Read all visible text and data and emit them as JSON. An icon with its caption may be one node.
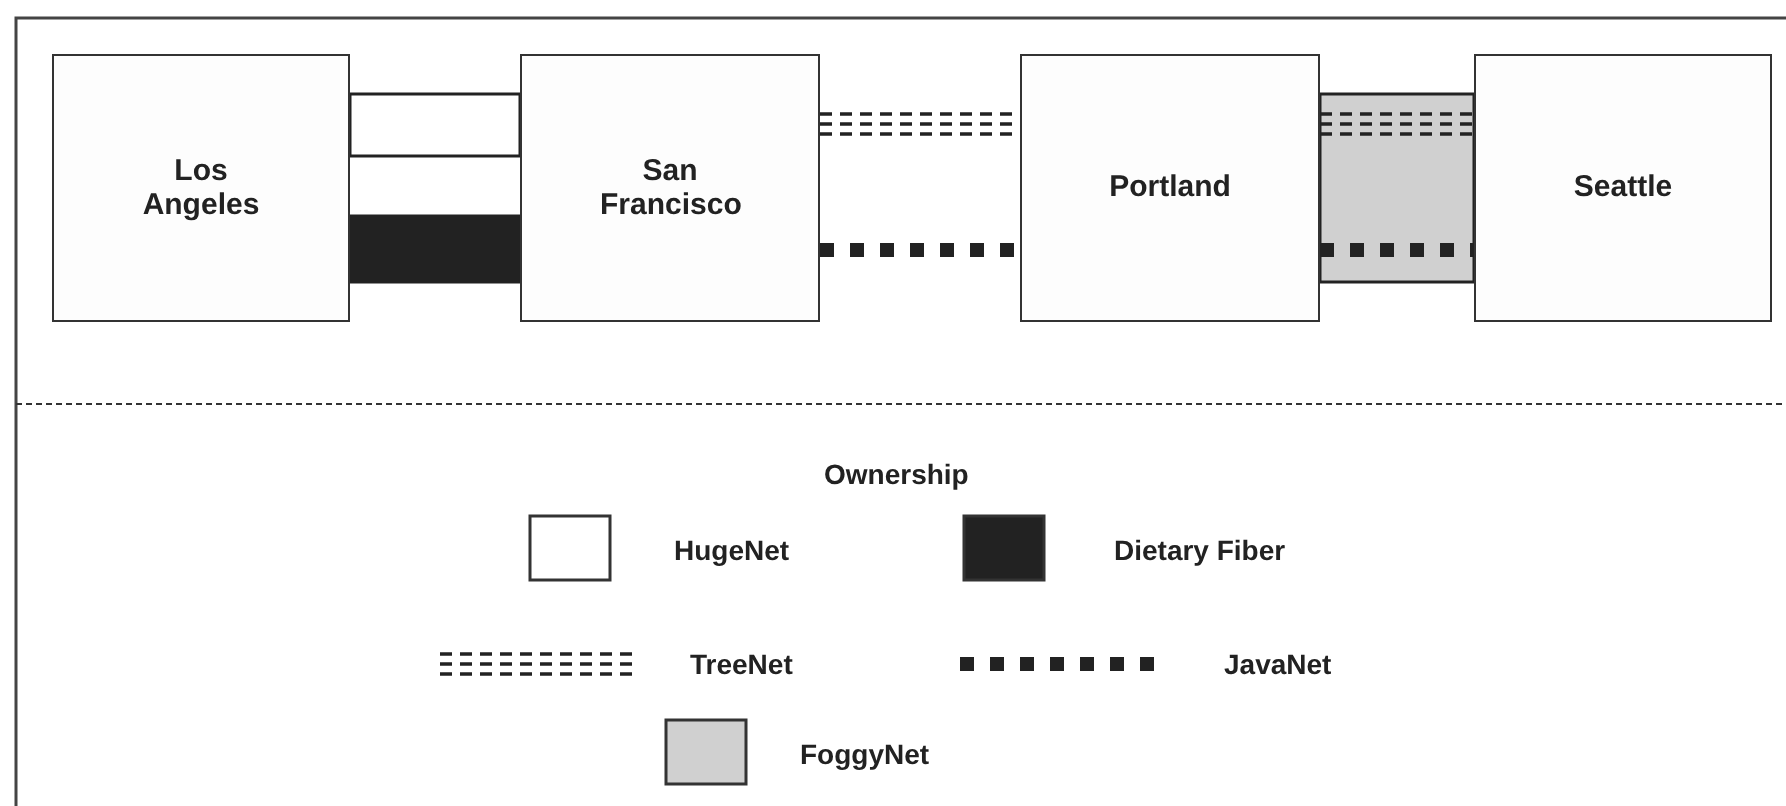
{
  "diagram": {
    "nodes": [
      {
        "text": [
          "Los Angeles"
        ]
      },
      {
        "text": [
          "San Francisco"
        ]
      },
      {
        "text": [
          "Portland"
        ]
      },
      {
        "text": [
          "Seattle"
        ]
      }
    ],
    "edges": [
      {
        "from": 0,
        "to": 1,
        "arrow": "none",
        "style": "thick",
        "color": "#ffffff"
      },
      {
        "from": 0,
        "to": 1,
        "arrow": "none",
        "style": "thick",
        "color": "#222222"
      },
      {
        "from": 1,
        "to": 2,
        "arrow": "none",
        "style": "dashed"
      },
      {
        "from": 1,
        "to": 2,
        "arrow": "none"
      },
      {
        "from": 2,
        "to": 3,
        "arrow": "none",
        "style": "thick",
        "color": "#d0d0d0"
      },
      {
        "from": 2,
        "to": 3,
        "arrow": "none",
        "style": "dashed"
      },
      {
        "from": 2,
        "to": 3,
        "arrow": "none"
      }
    ],
    "labels": [
      "Ownership"
    ],
    "legend": [
      {
        "text": "HugeNet",
        "color": "#ffffff"
      },
      {
        "text": "Dietary Fiber",
        "color": "#222222"
      },
      {
        "text": "TreeNet"
      },
      {
        "text": "JavaNet"
      },
      {
        "text": "FoggyNet",
        "color": "#d0d0d0"
      }
    ]
  }
}
